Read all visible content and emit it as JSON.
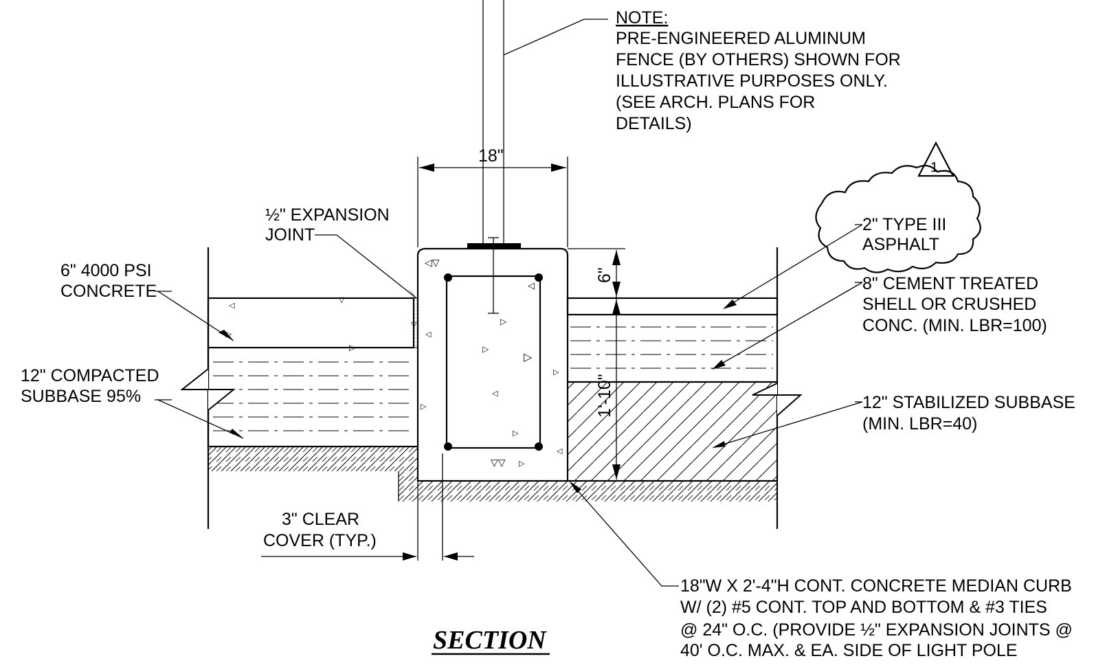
{
  "note": {
    "heading": "NOTE:",
    "lines": [
      "PRE-ENGINEERED ALUMINUM",
      "FENCE (BY OTHERS) SHOWN FOR",
      "ILLUSTRATIVE PURPOSES ONLY.",
      "(SEE ARCH. PLANS FOR",
      "DETAILS)"
    ]
  },
  "dimensions": {
    "width": "18\"",
    "depth_top": "6\"",
    "depth_total": "1'-10\""
  },
  "revision": {
    "number": "1"
  },
  "labels": {
    "expansion_joint": [
      "½\" EXPANSION",
      "JOINT"
    ],
    "concrete": [
      "6\" 4000 PSI",
      "CONCRETE"
    ],
    "compacted_subbase": [
      "12\" COMPACTED",
      "SUBBASE 95%"
    ],
    "clear_cover": [
      "3\" CLEAR",
      "COVER (TYP.)"
    ],
    "asphalt": [
      "2\" TYPE III",
      "ASPHALT"
    ],
    "cement_shell": [
      "8\" CEMENT TREATED",
      "SHELL OR CRUSHED",
      "CONC. (MIN. LBR=100)"
    ],
    "stabilized_subbase": [
      "12\" STABILIZED SUBBASE",
      "(MIN. LBR=40)"
    ],
    "curb": [
      "18\"W X 2'-4\"H CONT. CONCRETE MEDIAN CURB",
      "W/ (2) #5 CONT. TOP AND BOTTOM & #3 TIES",
      "@ 24\" O.C. (PROVIDE ½\" EXPANSION JOINTS @",
      "40' O.C. MAX. & EA. SIDE OF LIGHT POLE"
    ]
  },
  "title": "SECTION"
}
